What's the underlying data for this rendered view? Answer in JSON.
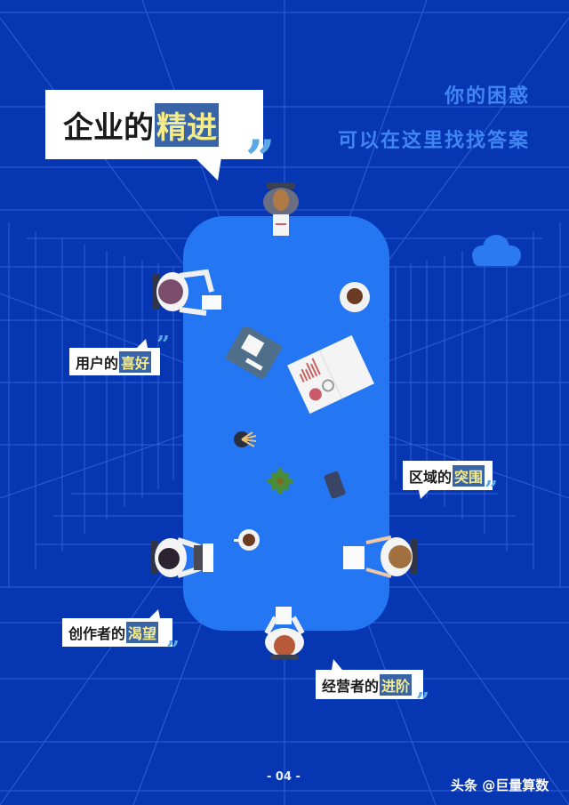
{
  "main_title": {
    "prefix": "企业的",
    "highlight": "精进"
  },
  "subtitle": {
    "line1": "你的困惑",
    "line2": "可以在这里找找答案"
  },
  "bubbles": [
    {
      "prefix": "用户的",
      "highlight": "喜好"
    },
    {
      "prefix": "区域的",
      "highlight": "突围"
    },
    {
      "prefix": "创作者的 ",
      "highlight": "渴望"
    },
    {
      "prefix": "经营者的",
      "highlight": "进阶"
    }
  ],
  "quote_mark": "”",
  "footer": {
    "page_number": "- 04 -",
    "watermark": "头条 @巨量算数"
  },
  "icons": {
    "cloud": "cloud-icon",
    "coffee": "coffee-cup-icon",
    "notebook": "notebook-icon",
    "report": "report-papers-icon",
    "pencils": "pencil-cup-icon",
    "plant": "potted-plant-icon",
    "phone": "phone-icon"
  },
  "colors": {
    "background": "#0736b3",
    "table": "#2476f2",
    "highlight_bg": "#3a64a8",
    "highlight_text": "#f4eb8a",
    "subtitle": "#3f86f2",
    "quote": "#5aa9e6"
  }
}
